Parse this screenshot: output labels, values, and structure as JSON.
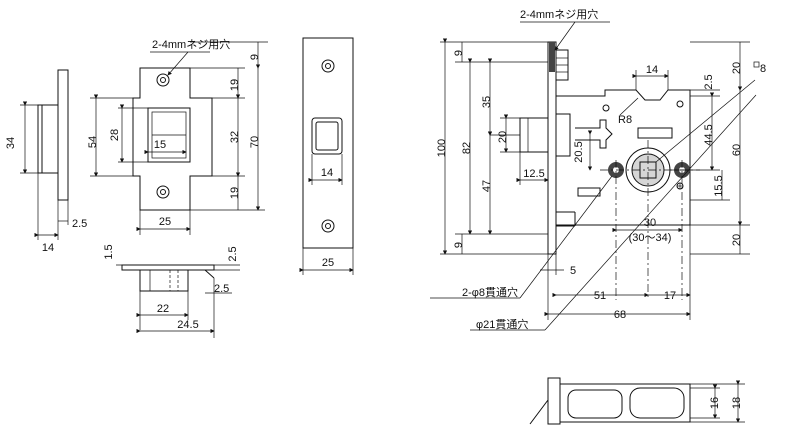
{
  "strike_front": {
    "dims": [
      "34",
      "14",
      "2.5"
    ]
  },
  "strike_plate": {
    "screw_note": "2-4mmネジ用穴",
    "dims": [
      "54",
      "28",
      "15",
      "32",
      "19",
      "19",
      "25",
      "9",
      "70"
    ]
  },
  "strike_box_side": {
    "dims": [
      "1.5",
      "2.5",
      "2.5",
      "22",
      "24.5"
    ]
  },
  "faceplate_front": {
    "dims": [
      "14",
      "25"
    ]
  },
  "lock_body": {
    "screw_note": "2-4mmネジ用穴",
    "dims": [
      "9",
      "35",
      "20",
      "47",
      "9",
      "100",
      "82",
      "14",
      "2.5",
      "20",
      "R8",
      "20.5",
      "12.5",
      "44.5",
      "60",
      "15.5",
      "20",
      "30",
      "(30〜34)",
      "5",
      "51",
      "17",
      "68"
    ],
    "square_spindle": "8",
    "hole_note_small": "2-φ8貫通穴",
    "hole_note_large": "φ21貫通穴"
  },
  "lock_bottom": {
    "dims": [
      "16",
      "18"
    ]
  }
}
